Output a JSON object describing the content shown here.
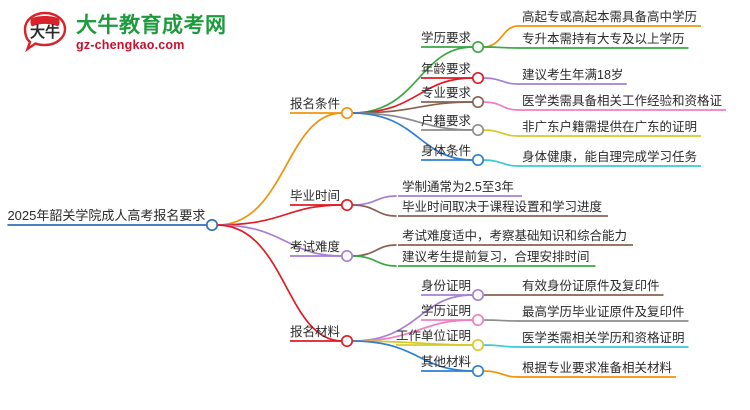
{
  "logo": {
    "mark_name": "daniu-speech-bubble-logo",
    "mark_text": "大牛",
    "title": "大牛教育成考网",
    "subtitle": "gz-chengkao.com",
    "title_color": "#1f9b3f",
    "subtitle_color": "#c8102e",
    "mark_color": "#d8232a"
  },
  "mindmap": {
    "root": {
      "label": "2025年韶关学院成人高考报名要求",
      "color": "#2f6fb8"
    },
    "branches": [
      {
        "label": "报名条件",
        "color": "#f2920b",
        "children": [
          {
            "label": "学历要求",
            "color": "#3aa843",
            "leaves": [
              {
                "label": "高起专或高起本需具备高中学历",
                "color": "#f2920b"
              },
              {
                "label": "专升本需持有大专及以上学历",
                "color": "#3aa843"
              }
            ]
          },
          {
            "label": "年龄要求",
            "color": "#e01b24",
            "leaves": [
              {
                "label": "建议考生年满18岁",
                "color": "#a87fd4"
              }
            ]
          },
          {
            "label": "专业要求",
            "color": "#8a6253",
            "leaves": [
              {
                "label": "医学类需具备相关工作经验和资格证",
                "color": "#f07ec0"
              }
            ]
          },
          {
            "label": "户籍要求",
            "color": "#8d8d8d",
            "leaves": [
              {
                "label": "非广东户籍需提供在广东的证明",
                "color": "#d4cb28"
              }
            ]
          },
          {
            "label": "身体条件",
            "color": "#2f7fd4",
            "leaves": [
              {
                "label": "身体健康，能自理完成学习任务",
                "color": "#3bc8d8"
              }
            ]
          }
        ]
      },
      {
        "label": "毕业时间",
        "color": "#e01b24",
        "children": [
          {
            "label": "",
            "color": "",
            "leaves": [
              {
                "label": "学制通常为2.5至3年",
                "color": "#a87fd4"
              },
              {
                "label": "毕业时间取决于课程设置和学习进度",
                "color": "#8a6253"
              }
            ]
          }
        ]
      },
      {
        "label": "考试难度",
        "color": "#a87fd4",
        "children": [
          {
            "label": "",
            "color": "",
            "leaves": [
              {
                "label": "考试难度适中，考察基础知识和综合能力",
                "color": "#8a6253"
              },
              {
                "label": "建议考生提前复习，合理安排时间",
                "color": "#3aa843"
              }
            ]
          }
        ]
      },
      {
        "label": "报名材料",
        "color": "#e01b24",
        "children": [
          {
            "label": "身份证明",
            "color": "#a87fd4",
            "leaves": [
              {
                "label": "有效身份证原件及复印件",
                "color": "#8a6253"
              }
            ]
          },
          {
            "label": "学历证明",
            "color": "#f07ec0",
            "leaves": [
              {
                "label": "最高学历毕业证原件及复印件",
                "color": "#8d8d8d"
              }
            ]
          },
          {
            "label": "工作单位证明",
            "color": "#d4cb28",
            "leaves": [
              {
                "label": "医学类需相关学历和资格证明",
                "color": "#3bc8d8"
              }
            ]
          },
          {
            "label": "其他材料",
            "color": "#2f7fd4",
            "leaves": [
              {
                "label": "根据专业要求准备相关材料",
                "color": "#f2920b"
              }
            ]
          }
        ]
      }
    ]
  }
}
